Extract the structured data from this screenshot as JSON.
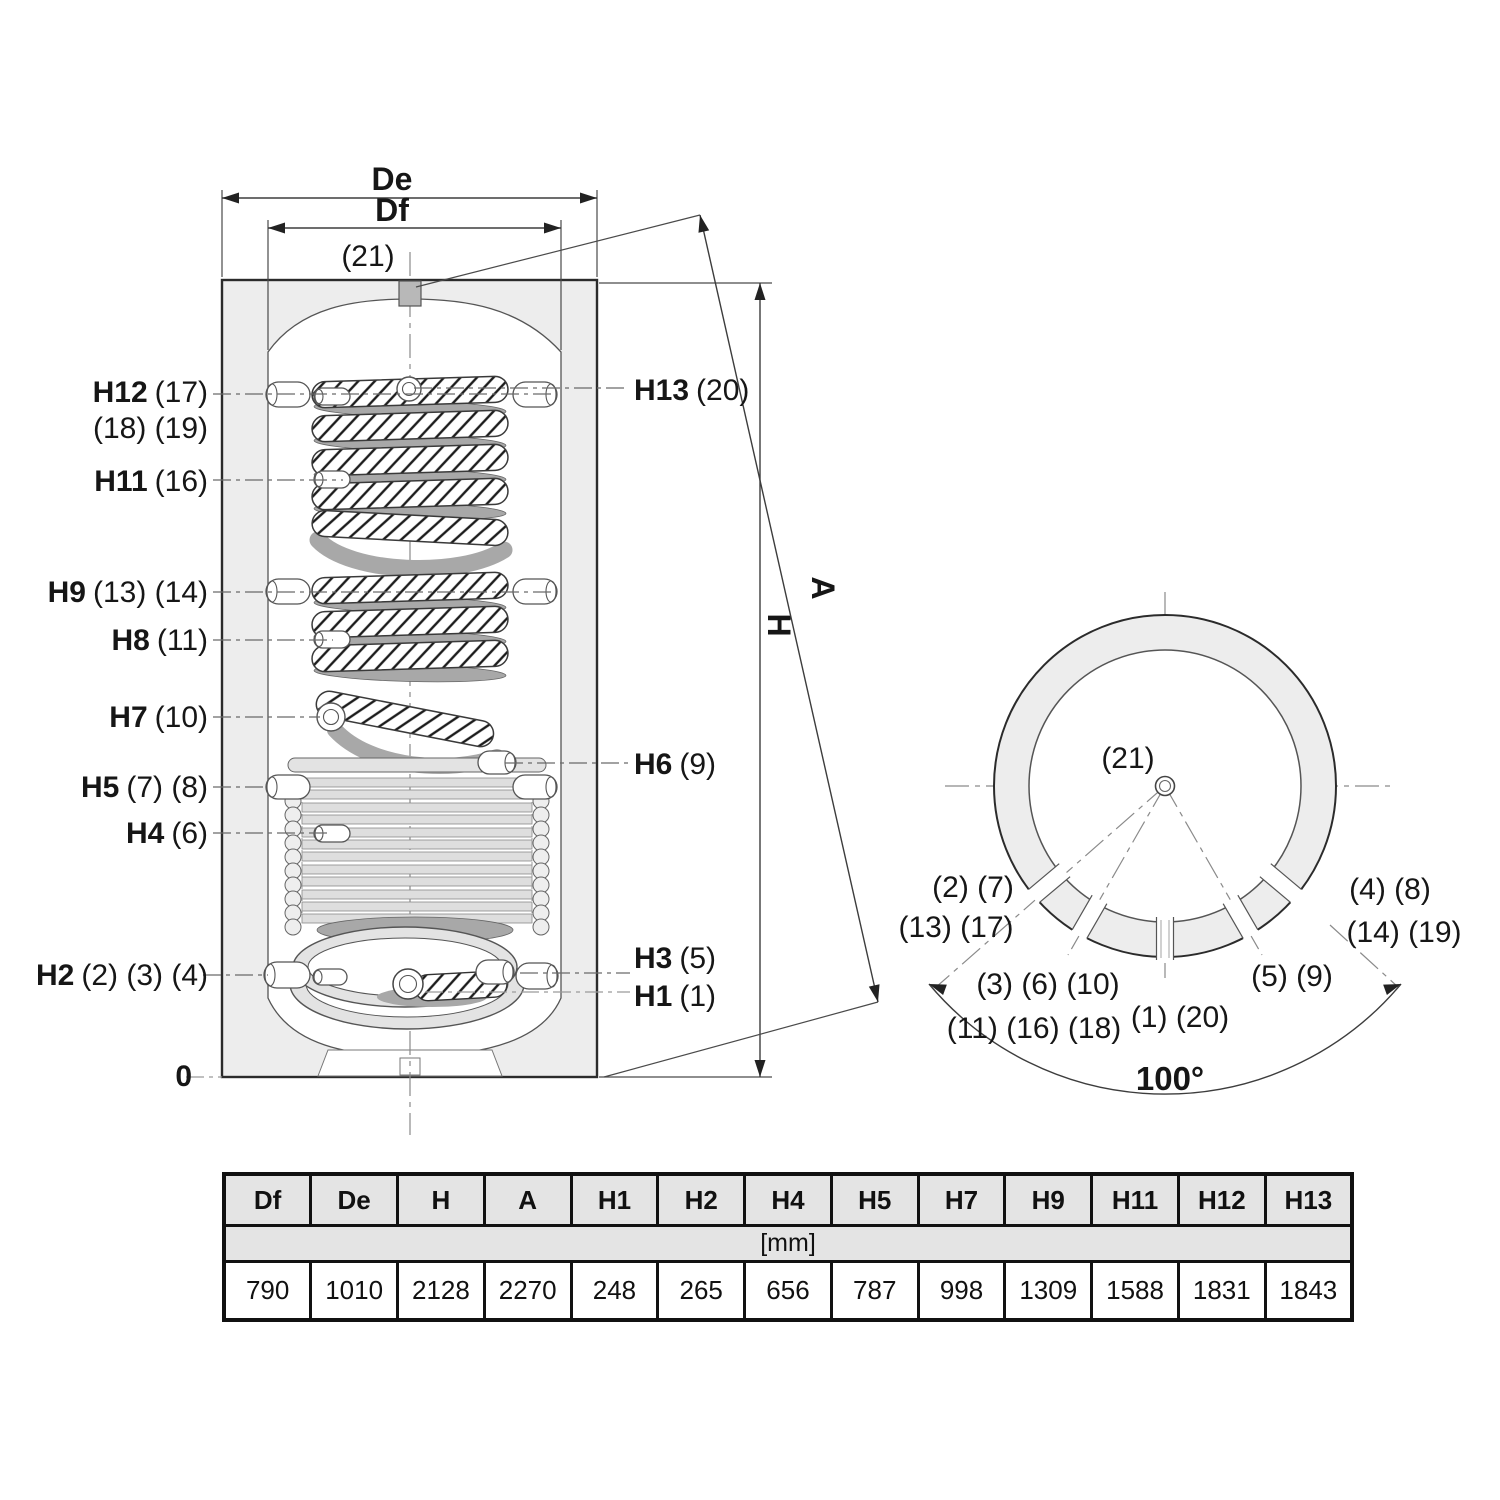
{
  "front_view": {
    "dim_de": "De",
    "dim_df": "Df",
    "dim_a": "A",
    "dim_h": "H",
    "top_port": "(21)",
    "left_labels": [
      {
        "h": "H12",
        "p": "(17)"
      },
      {
        "h": "",
        "p": "(18) (19)"
      },
      {
        "h": "H11",
        "p": "(16)"
      },
      {
        "h": "H9",
        "p": "(13) (14)"
      },
      {
        "h": "H8",
        "p": "(11)"
      },
      {
        "h": "H7",
        "p": "(10)"
      },
      {
        "h": "H5",
        "p": "(7) (8)"
      },
      {
        "h": "H4",
        "p": "(6)"
      },
      {
        "h": "H2",
        "p": "(2) (3) (4)"
      },
      {
        "h": "0",
        "p": ""
      }
    ],
    "right_labels": [
      {
        "h": "H13",
        "p": "(20)"
      },
      {
        "h": "H6",
        "p": "(9)"
      },
      {
        "h": "H3",
        "p": "(5)"
      },
      {
        "h": "H1",
        "p": "(1)"
      }
    ]
  },
  "top_view": {
    "center_label": "(21)",
    "angle_label": "100°",
    "port_groups": [
      {
        "text": "(2) (7)"
      },
      {
        "text": "(13) (17)"
      },
      {
        "text": "(3) (6) (10)"
      },
      {
        "text": "(11) (16) (18)"
      },
      {
        "text": "(1) (20)"
      },
      {
        "text": "(5) (9)"
      },
      {
        "text": "(4) (8)"
      },
      {
        "text": "(14) (19)"
      }
    ]
  },
  "table": {
    "unit_row": "[mm]",
    "columns": [
      {
        "label": "Df",
        "value": "790"
      },
      {
        "label": "De",
        "value": "1010"
      },
      {
        "label": "H",
        "value": "2128"
      },
      {
        "label": "A",
        "value": "2270"
      },
      {
        "label": "H1",
        "value": "248"
      },
      {
        "label": "H2",
        "value": "265"
      },
      {
        "label": "H4",
        "value": "656"
      },
      {
        "label": "H5",
        "value": "787"
      },
      {
        "label": "H7",
        "value": "998"
      },
      {
        "label": "H9",
        "value": "1309"
      },
      {
        "label": "H11",
        "value": "1588"
      },
      {
        "label": "H12",
        "value": "1831"
      },
      {
        "label": "H13",
        "value": "1843"
      }
    ]
  },
  "colors": {
    "outline": "#2b2b2b",
    "insulation": "#ededed",
    "coil_shadow": "#a8a8a8",
    "tube_fill": "#e0e0e0",
    "table_header_bg": "#e4e4e4",
    "port_fill": "#b8b8b8"
  }
}
